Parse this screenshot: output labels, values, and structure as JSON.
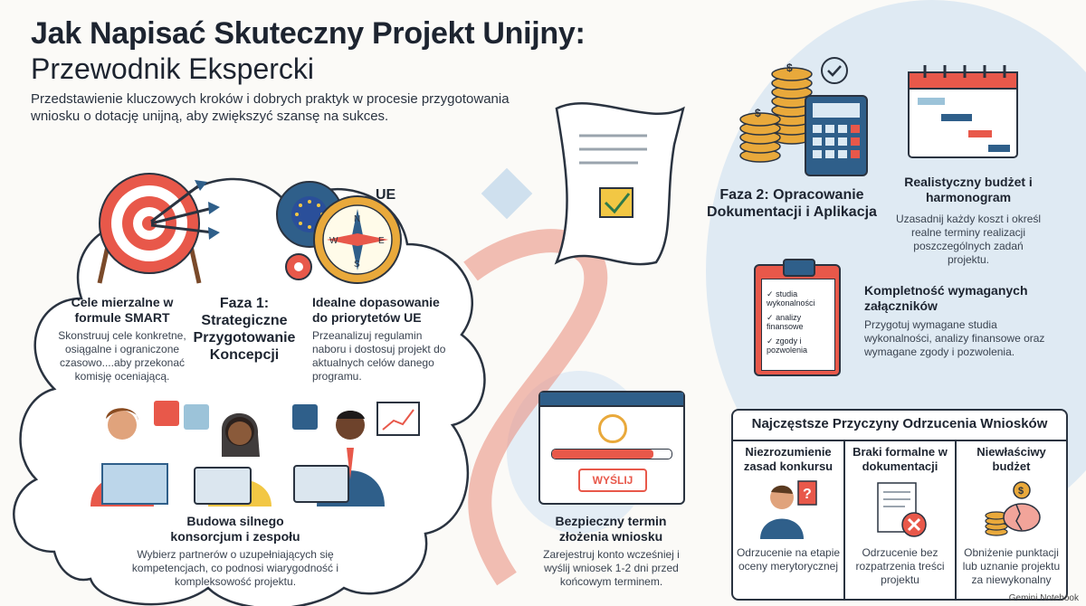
{
  "header": {
    "title_line1": "Jak Napisać Skuteczny Projekt Unijny:",
    "title_line2": "Przewodnik Ekspercki",
    "subtitle": "Przedstawienie kluczowych kroków i dobrych praktyk w procesie przygotowania wniosku o dotację unijną, aby zwiększyć szansę na sukces."
  },
  "phase1": {
    "title": "Faza 1: Strategiczne Przygotowanie Koncepcji",
    "smart": {
      "heading": "Cele mierzalne w formule SMART",
      "text": "Skonstruuj cele konkretne, osiągalne i ograniczone czasowo....aby przekonać komisję oceniającą."
    },
    "eu_fit": {
      "badge": "UE",
      "heading": "Idealne dopasowanie do priorytetów UE",
      "text": "Przeanalizuj regulamin naboru i dostosuj projekt do aktualnych celów danego programu."
    },
    "team": {
      "heading": "Budowa silnego konsorcjum i zespołu",
      "text": "Wybierz partnerów o uzupełniających się kompetencjach, co podnosi wiarygodność i kompleksowość projektu."
    }
  },
  "phase2": {
    "title": "Faza 2: Opracowanie Dokumentacji i Aplikacja",
    "budget": {
      "heading": "Realistyczny budżet i harmonogram",
      "text": "Uzasadnij każdy koszt i określ realne terminy realizacji poszczególnych zadań projektu."
    },
    "attachments": {
      "heading": "Kompletność wymaganych załączników",
      "text": "Przygotuj wymagane studia wykonalności, analizy finansowe oraz wymagane zgody i pozwolenia.",
      "checklist": [
        "studia wykonalności",
        "analizy finansowe",
        "zgody i pozwolenia"
      ]
    },
    "submit": {
      "button": "WYŚLIJ",
      "heading": "Bezpieczny termin złożenia wniosku",
      "text": "Zarejestruj konto wcześniej i wyślij wniosek 1-2 dni przed końcowym terminem."
    }
  },
  "rejections": {
    "title": "Najczęstsze Przyczyny Odrzucenia Wniosków",
    "items": [
      {
        "heading": "Niezrozumienie zasad konkursu",
        "text": "Odrzucenie na etapie oceny merytorycznej"
      },
      {
        "heading": "Braki formalne w dokumentacji",
        "text": "Odrzucenie bez rozpatrzenia treści projektu"
      },
      {
        "heading": "Niewłaściwy budżet",
        "text": "Obniżenie punktacji lub uznanie projektu za niewykonalny"
      }
    ]
  },
  "brand": "Gemini Notebook",
  "colors": {
    "accent_red": "#e8584a",
    "accent_blue": "#2f5f8a",
    "gold": "#e9a93b",
    "bg_blue": "#dce9f3"
  }
}
